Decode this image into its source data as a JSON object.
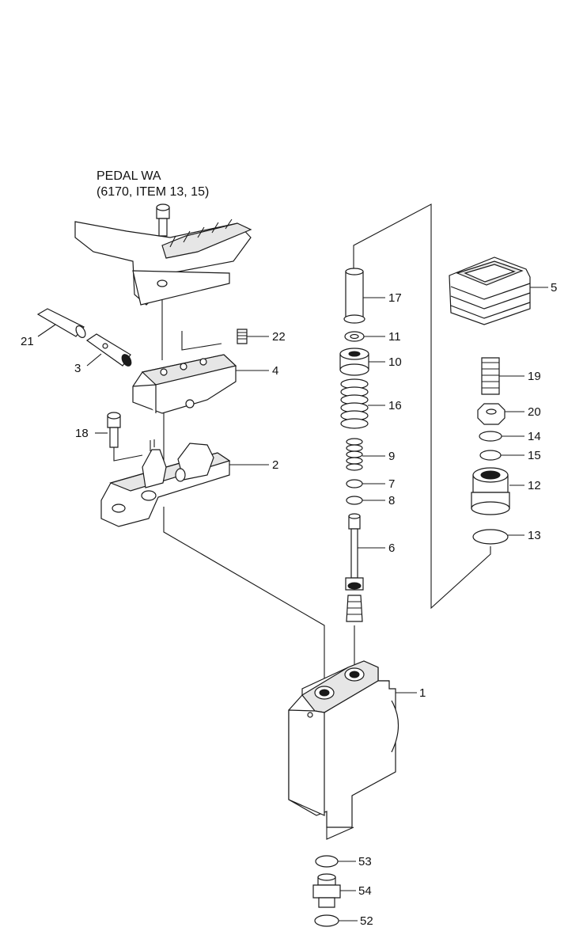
{
  "header": {
    "line1": "PEDAL WA",
    "line2": "(6170, ITEM 13, 15)"
  },
  "callouts": {
    "c1": "1",
    "c2": "2",
    "c3": "3",
    "c4": "4",
    "c5": "5",
    "c6": "6",
    "c7": "7",
    "c8": "8",
    "c9": "9",
    "c10": "10",
    "c11": "11",
    "c12": "12",
    "c13": "13",
    "c14": "14",
    "c15": "15",
    "c16": "16",
    "c17": "17",
    "c18": "18",
    "c19": "19",
    "c20": "20",
    "c21": "21",
    "c22": "22",
    "c52": "52",
    "c53": "53",
    "c54": "54"
  }
}
